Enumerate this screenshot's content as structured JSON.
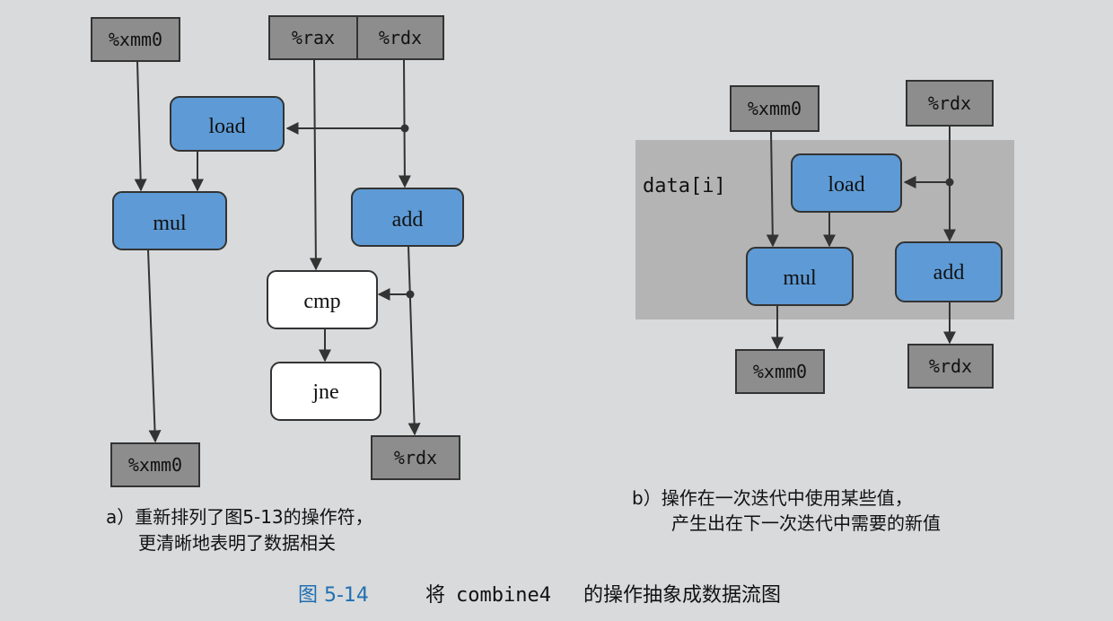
{
  "colors": {
    "paper": "#d8dadb",
    "register_fill": "#8d8d8d",
    "op_fill": "#5e9bd6",
    "plain_fill": "#ffffff",
    "region_fill": "#b4b4b4",
    "stroke": "#333333",
    "caption_blue": "#1f6fb2"
  },
  "diagram_a": {
    "registers": {
      "xmm0_in": "%xmm0",
      "rax_in": "%rax",
      "rdx_in": "%rdx",
      "xmm0_out": "%xmm0",
      "rdx_out": "%rdx"
    },
    "ops": {
      "load": "load",
      "mul": "mul",
      "add": "add",
      "cmp": "cmp",
      "jne": "jne"
    },
    "caption_line1": "a）重新排列了图5-13的操作符，",
    "caption_line2": "更清晰地表明了数据相关"
  },
  "diagram_b": {
    "registers": {
      "xmm0_in": "%xmm0",
      "rdx_in": "%rdx",
      "xmm0_out": "%xmm0",
      "rdx_out": "%rdx"
    },
    "region_label": "data[i]",
    "ops": {
      "load": "load",
      "mul": "mul",
      "add": "add"
    },
    "caption_line1": "b）操作在一次迭代中使用某些值，",
    "caption_line2": "产生出在下一次迭代中需要的新值"
  },
  "figure_caption": {
    "number": "图 5-14",
    "text_before": "将",
    "code": "combine4",
    "text_after": "的操作抽象成数据流图"
  }
}
